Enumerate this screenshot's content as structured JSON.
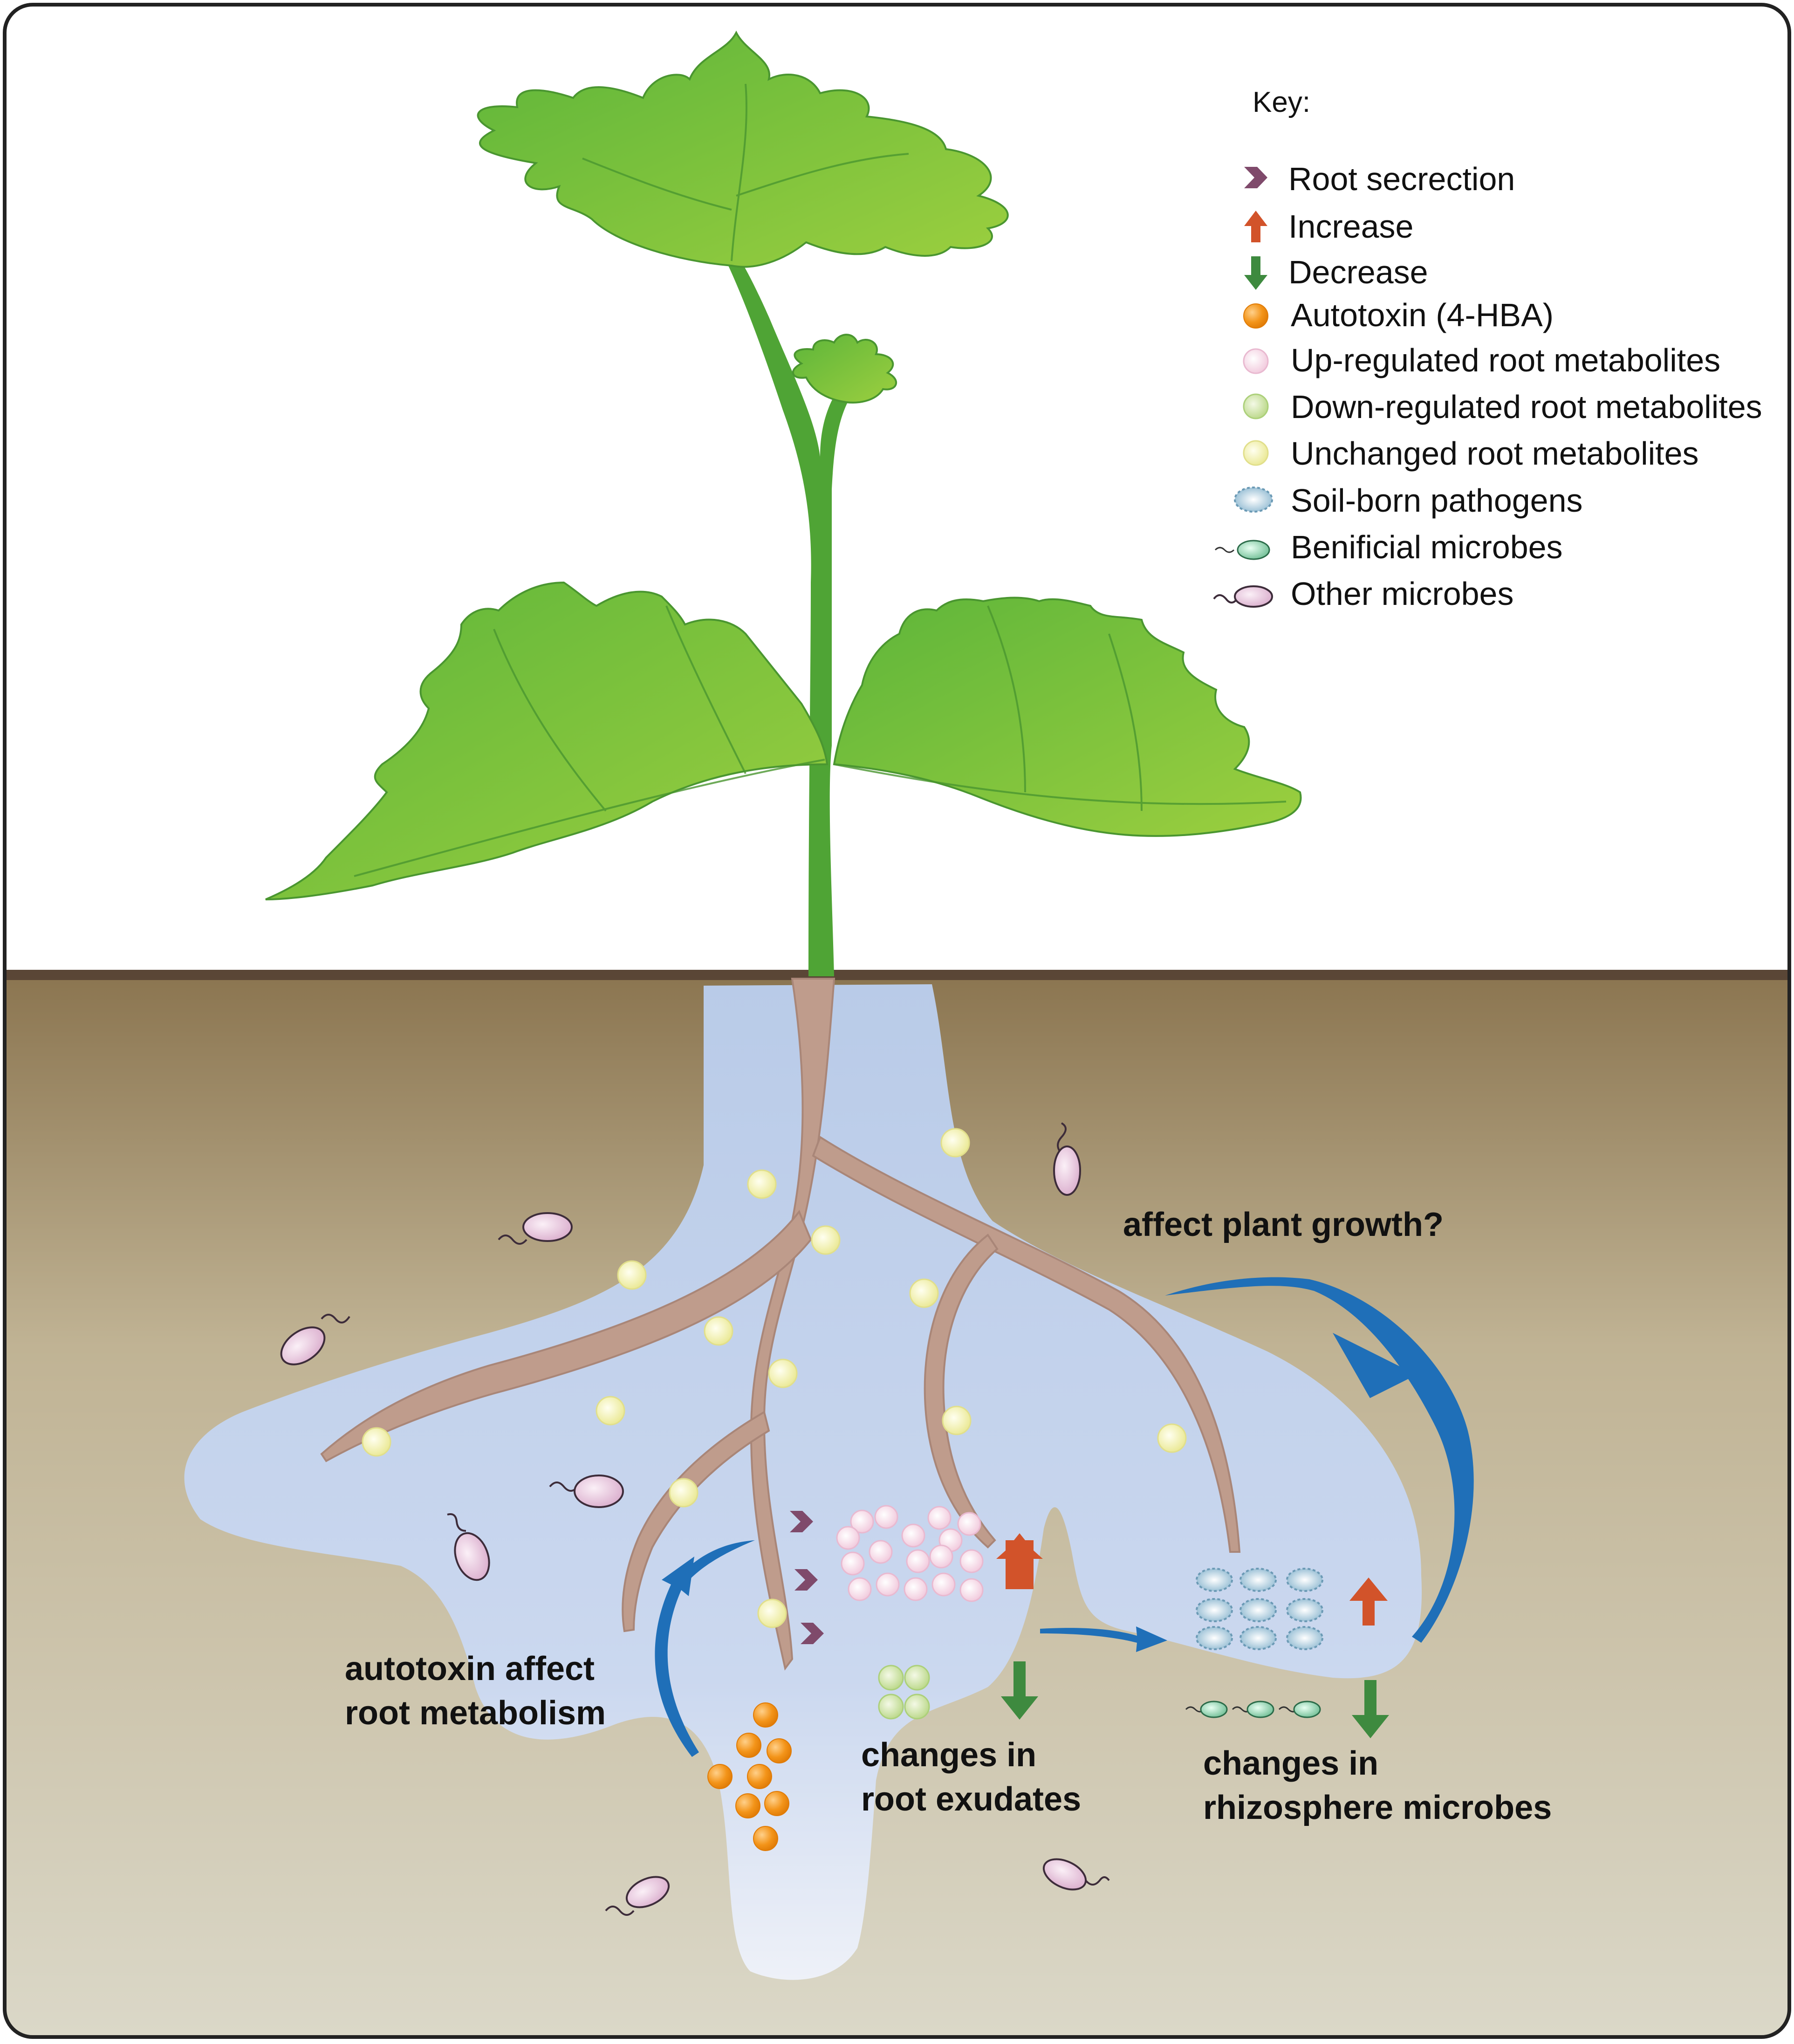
{
  "key": {
    "title": "Key:",
    "items": [
      {
        "label": "Root secrection",
        "icon": "secretion-chevron-icon"
      },
      {
        "label": "Increase",
        "icon": "increase-arrow-icon"
      },
      {
        "label": "Decrease",
        "icon": "decrease-arrow-icon"
      },
      {
        "label": "Autotoxin (4-HBA)",
        "icon": "autotoxin-dot-icon"
      },
      {
        "label": "Up-regulated root metabolites",
        "icon": "upregulated-dot-icon"
      },
      {
        "label": "Down-regulated root metabolites",
        "icon": "downregulated-dot-icon"
      },
      {
        "label": "Unchanged root metabolites",
        "icon": "unchanged-dot-icon"
      },
      {
        "label": "Soil-born pathogens",
        "icon": "pathogen-icon"
      },
      {
        "label": "Benificial microbes",
        "icon": "beneficial-microbe-icon"
      },
      {
        "label": "Other microbes",
        "icon": "other-microbe-icon"
      }
    ]
  },
  "annotations": {
    "affect_growth": "affect plant growth?",
    "autotoxin_line1": "autotoxin affect",
    "autotoxin_line2": "root metabolism",
    "exudates_line1": "changes in",
    "exudates_line2": "root exudates",
    "microbes_line1": "changes in",
    "microbes_line2": "rhizosphere microbes"
  },
  "colors": {
    "leaf": "#7cc242",
    "stem": "#4fa435",
    "soil_top": "#8b7550",
    "soil_bottom": "#d9d6c6",
    "rhizosphere": "#c3d3ec",
    "root": "#bf9c8c",
    "increase_arrow": "#d2532a",
    "decrease_arrow": "#3e8a3f",
    "flow_arrow": "#1f6fb8",
    "autotoxin": "#f39419",
    "upregulated": "#f6d9e6",
    "downregulated": "#c6df9c",
    "unchanged": "#f0ef9e",
    "pathogen": "#9cc1d6",
    "beneficial": "#9fd7b8",
    "other_microbe": "#e6c3dc"
  }
}
